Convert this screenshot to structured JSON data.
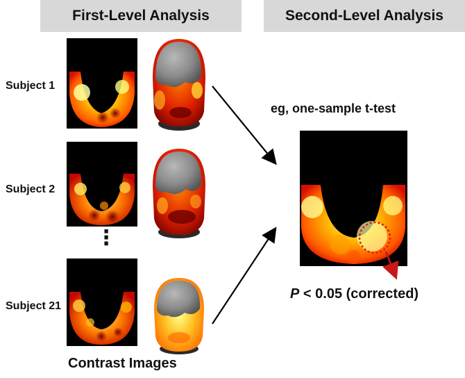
{
  "headers": {
    "first_level": "First-Level Analysis",
    "second_level": "Second-Level Analysis"
  },
  "subjects": [
    {
      "label": "Subject 1"
    },
    {
      "label": "Subject 2"
    },
    {
      "label": "Subject 21"
    }
  ],
  "ellipsis": "⋮",
  "test_name": "eg, one-sample t-test",
  "significance": {
    "p_symbol": "P",
    "rest": " < 0.05 (corrected)"
  },
  "footer_label": "Contrast Images",
  "colors": {
    "header_bg": "#d8d8d8",
    "map_background": "#000000",
    "arrow": "#000000",
    "highlight_circle": "#e01818",
    "highlight_arrow": "#c81818"
  }
}
